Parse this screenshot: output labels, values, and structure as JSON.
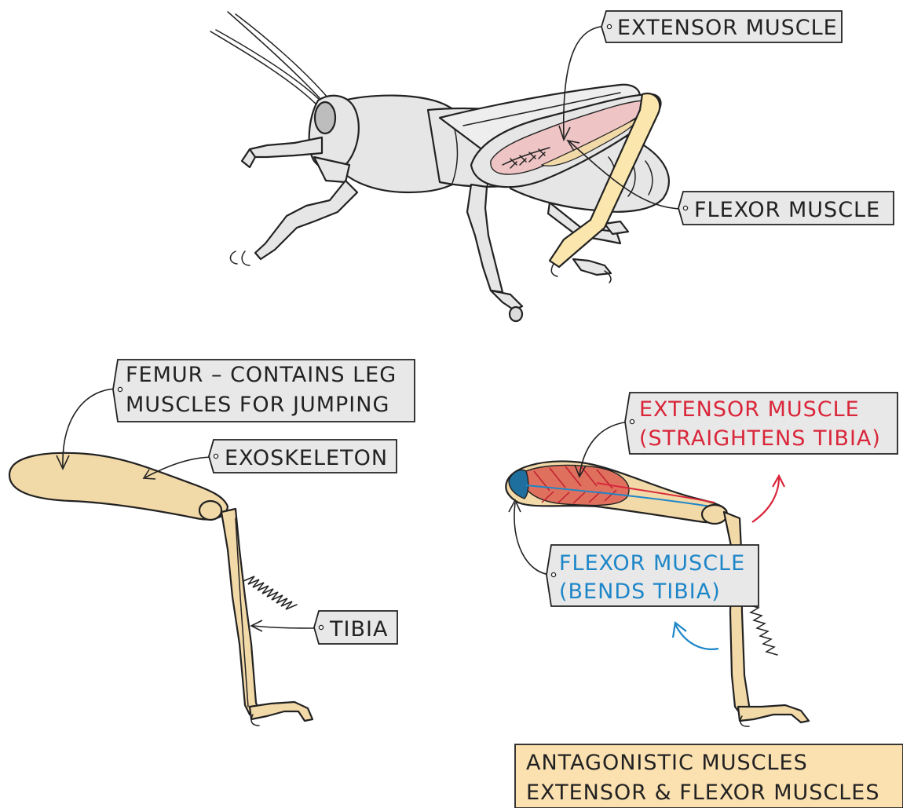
{
  "labels": {
    "extensor_top": "EXTENSOR MUSCLE",
    "flexor_top": "FLEXOR MUSCLE",
    "femur_line1": "FEMUR – CONTAINS LEG",
    "femur_line2": "MUSCLES FOR JUMPING",
    "exoskeleton": "EXOSKELETON",
    "tibia": "TIBIA",
    "extensor_right_line1": "EXTENSOR MUSCLE",
    "extensor_right_line2": "(STRAIGHTENS TIBIA)",
    "flexor_right_line1": "FLEXOR MUSCLE",
    "flexor_right_line2": "(BENDS TIBIA)",
    "caption_line1": "ANTAGONISTIC MUSCLES",
    "caption_line2": "EXTENSOR & FLEXOR MUSCLES"
  },
  "colors": {
    "body_grey": "#e6e6e6",
    "leg_tan": "#f2d9a8",
    "bone_cream": "#fbe7ad",
    "extensor_red": "#d9263a",
    "muscle_red": "#e0705e",
    "muscle_pink": "#efc4c4",
    "flexor_blue": "#1d86c8",
    "flexor_dark_blue": "#1f6f9e",
    "tag_fill": "#e8e8e8",
    "caption_fill": "#fbe0b0"
  }
}
